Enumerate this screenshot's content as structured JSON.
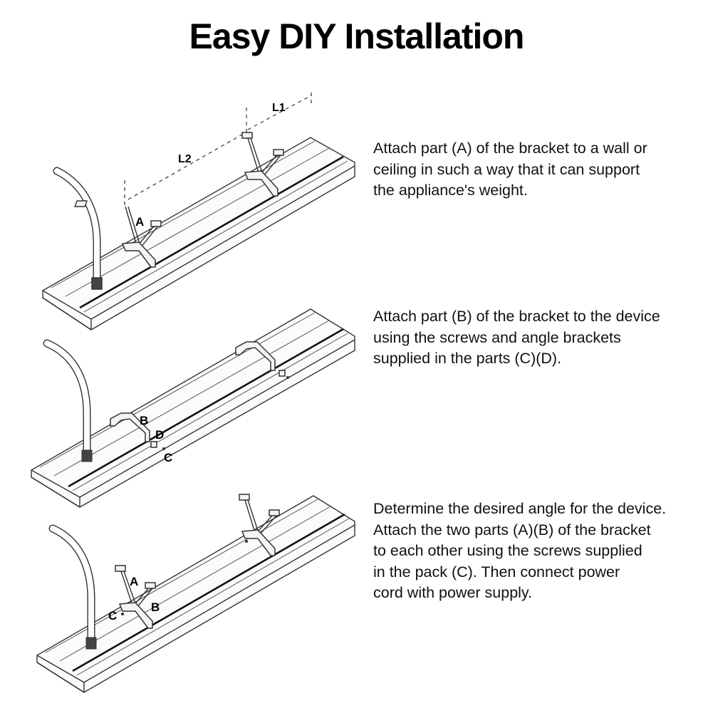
{
  "title": "Easy DIY Installation",
  "steps": [
    {
      "lines": [
        "Attach part (A) of the bracket to a wall or",
        "ceiling in such a way that it can support",
        "the appliance's weight."
      ],
      "labels": {
        "a": "A",
        "l1": "L1",
        "l2": "L2"
      }
    },
    {
      "lines": [
        "Attach part (B) of the bracket to the device",
        "using the screws and angle brackets",
        "supplied in the parts (C)(D)."
      ],
      "labels": {
        "b": "B",
        "d": "D",
        "c": "C"
      }
    },
    {
      "lines": [
        "Determine the desired angle for the device.",
        "Attach the two parts (A)(B) of the bracket",
        "to each other using the screws supplied",
        "in the pack (C). Then connect power",
        "cord with power supply."
      ],
      "labels": {
        "a": "A",
        "b": "B",
        "c": "C"
      }
    }
  ]
}
